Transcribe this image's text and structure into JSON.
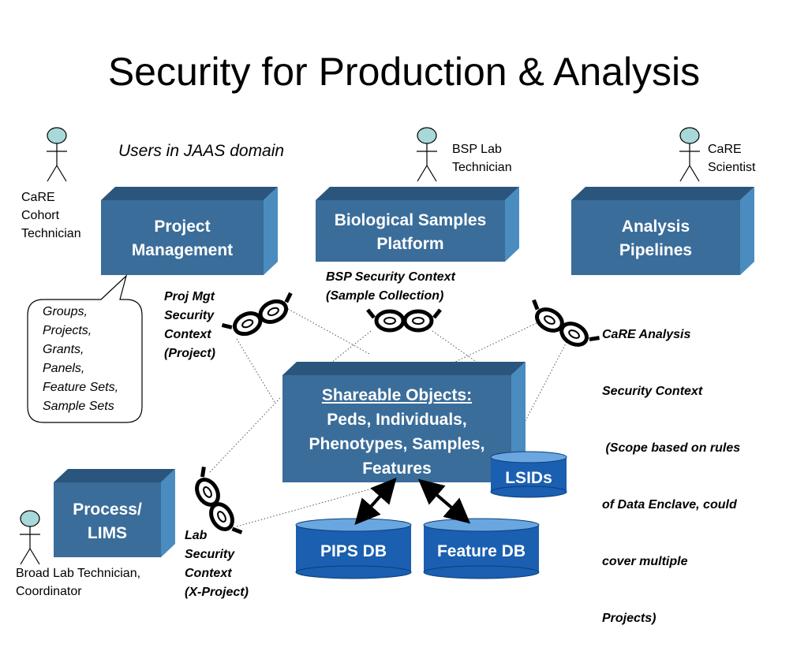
{
  "title": "Security for Production & Analysis",
  "users_label": "Users in JAAS domain",
  "actors": {
    "care_cohort": [
      "CaRE",
      "Cohort",
      "Technician"
    ],
    "bsp_lab": [
      "BSP Lab",
      "Technician"
    ],
    "care_scientist": [
      "CaRE",
      "Scientist"
    ],
    "broad_lab": [
      "Broad Lab Technician,",
      "Coordinator"
    ]
  },
  "boxes": {
    "project_management": [
      "Project",
      "Management"
    ],
    "bsp": [
      "Biological Samples",
      "Platform"
    ],
    "analysis": [
      "Analysis",
      "Pipelines"
    ],
    "process": [
      "Process/",
      "LIMS"
    ],
    "shareable_title": "Shareable Objects:",
    "shareable": [
      "Peds, Individuals,",
      "Phenotypes, Samples,",
      "Features"
    ]
  },
  "databases": {
    "lsids": "LSIDs",
    "pips": "PIPS DB",
    "feature": "Feature DB"
  },
  "contexts": {
    "proj_mgt": [
      "Proj Mgt",
      "Security",
      "Context",
      "(Project)"
    ],
    "bsp": [
      "BSP Security Context",
      "(Sample Collection)"
    ],
    "care": [
      "CaRE Analysis",
      "Security Context",
      " (Scope based on rules",
      "of Data Enclave, could",
      "cover multiple",
      "Projects)"
    ],
    "lab": [
      "Lab",
      "Security",
      "Context",
      "(X-Project)"
    ]
  },
  "callout": [
    "Groups,",
    "Projects,",
    "Grants,",
    "Panels,",
    "Feature Sets,",
    "Sample Sets"
  ],
  "colors": {
    "box_front": "#3a6d9a",
    "box_side": "#4a8cc0",
    "box_top": "#2a567e",
    "db": "#1a5fb0",
    "actor_head": "#a8d8d8"
  }
}
